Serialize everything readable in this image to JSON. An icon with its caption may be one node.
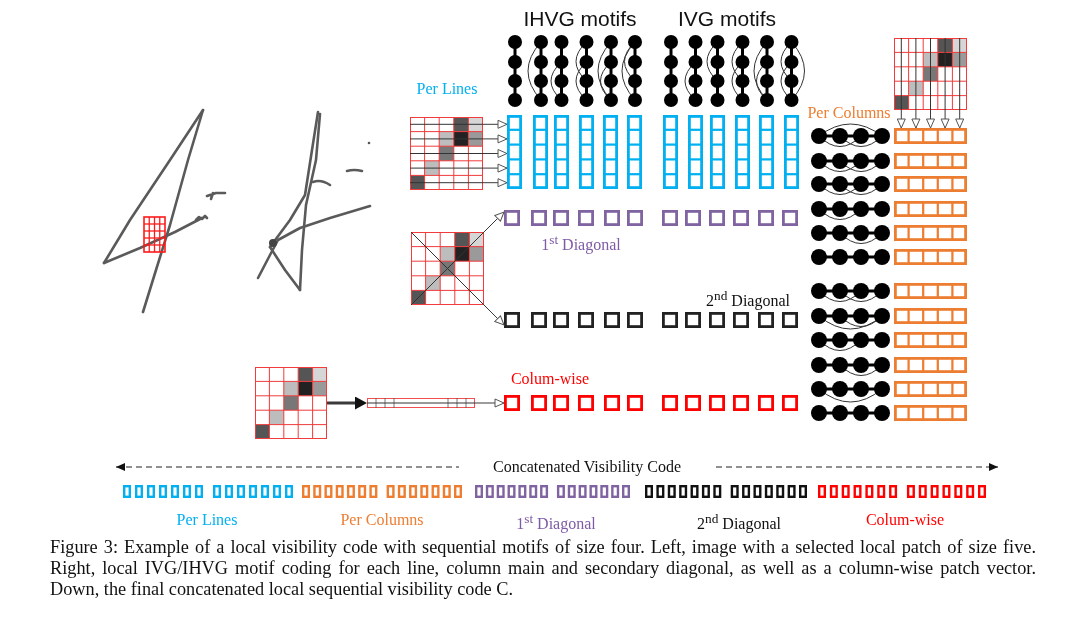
{
  "diagram": {
    "caption": "Figure 3: Example of a local visibility code with sequential motifs of size four. Left, image with a selected local patch of size five. Right, local IVG/IHVG motif coding for each line, column main and secondary diagonal, as well as a column-wise patch vector. Down, the final concatenated local sequential visibility code C.",
    "nodes": [
      {
        "text": [],
        "shape": "picture",
        "beside": [
          "Per Lines"
        ]
      },
      {
        "text": [],
        "shape": "box"
      },
      {
        "text": [],
        "shape": "picture",
        "beside": [
          "Per Columns"
        ]
      },
      {
        "text": [],
        "shape": "box"
      },
      {
        "text": [],
        "shape": "picture"
      },
      {
        "text": [],
        "shape": "box",
        "beside": [
          "1$^{st}$ Diagonal"
        ]
      },
      {
        "text": [],
        "shape": "box",
        "beside": [
          "2$^{nd}$ Diagonal"
        ]
      },
      {
        "text": [],
        "shape": "picture"
      },
      {
        "text": [],
        "shape": "bar"
      },
      {
        "text": [],
        "shape": "box",
        "beside": [
          "Colum-wise"
        ]
      }
    ],
    "edges": [
      {
        "from": 0,
        "to": 1,
        "arrow": "to"
      },
      {
        "from": 0,
        "to": 1,
        "arrow": "to"
      },
      {
        "from": 0,
        "to": 1,
        "arrow": "to"
      },
      {
        "from": 0,
        "to": 1,
        "arrow": "to"
      },
      {
        "from": 0,
        "to": 1,
        "arrow": "to"
      },
      {
        "from": 2,
        "to": 3,
        "arrow": "to"
      },
      {
        "from": 2,
        "to": 3,
        "arrow": "to"
      },
      {
        "from": 2,
        "to": 3,
        "arrow": "to"
      },
      {
        "from": 2,
        "to": 3,
        "arrow": "to"
      },
      {
        "from": 2,
        "to": 3,
        "arrow": "to"
      },
      {
        "from": 4,
        "to": 5,
        "arrow": "to"
      },
      {
        "from": 4,
        "to": 6,
        "arrow": "to"
      },
      {
        "from": 7,
        "to": 8,
        "arrow": "to",
        "style": "thick"
      },
      {
        "from": 8,
        "to": 9,
        "arrow": "to"
      }
    ],
    "labels": [
      "IHVG motifs",
      "IVG motifs",
      "Concatenated Visibility Code",
      "Per Lines",
      "Per Columns",
      "1$^{st}$ Diagonal",
      "2$^{nd}$ Diagonal",
      "Colum-wise"
    ]
  }
}
